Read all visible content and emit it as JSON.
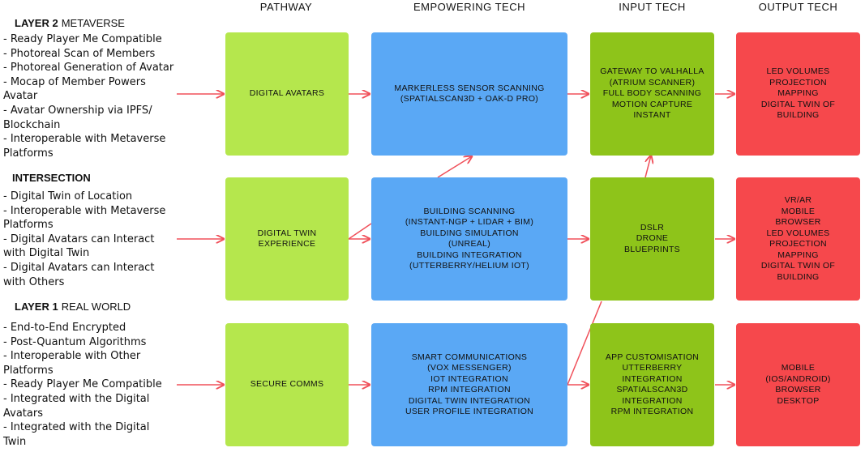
{
  "columns": {
    "pathway": "PATHWAY",
    "empowering": "EMPOWERING TECH",
    "input": "INPUT TECH",
    "output": "OUTPUT TECH"
  },
  "layer2": {
    "label": "LAYER 2",
    "sublabel": "METAVERSE",
    "items": [
      "- Ready Player Me Compatible",
      "- Photoreal Scan of Members",
      "- Photoreal Generation of Avatar",
      "- Mocap of Member Powers",
      "Avatar",
      "- Avatar Ownership via IPFS/",
      "Blockchain",
      "- Interoperable with Metaverse",
      "Platforms"
    ]
  },
  "intersection": {
    "label": "INTERSECTION",
    "items": [
      "- Digital Twin of Location",
      "- Interoperable with Metaverse",
      "Platforms",
      "- Digital Avatars can Interact",
      "with Digital Twin",
      "- Digital Avatars can Interact",
      "with Others"
    ]
  },
  "layer1": {
    "label": "LAYER 1",
    "sublabel": "REAL WORLD",
    "items": [
      "- End-to-End Encrypted",
      "- Post-Quantum Algorithms",
      "- Interoperable with Other",
      "Platforms",
      "- Ready Player Me Compatible",
      "- Integrated with the Digital",
      "Avatars",
      "- Integrated with the Digital",
      "Twin"
    ]
  },
  "rows": [
    {
      "pathway": "DIGITAL AVATARS",
      "empowering": "MARKERLESS SENSOR SCANNING\n(SPATIALSCAN3D + OAK-D PRO)",
      "input": "GATEWAY TO VALHALLA\n(ATRIUM SCANNER)\nFULL BODY SCANNING\nMOTION CAPTURE\nINSTANT",
      "output": "LED VOLUMES\nPROJECTION\nMAPPING\nDIGITAL TWIN OF\nBUILDING"
    },
    {
      "pathway": "DIGITAL TWIN\nEXPERIENCE",
      "empowering": "BUILDING SCANNING\n(INSTANT-NGP + LIDAR + BIM)\nBUILDING SIMULATION\n(UNREAL)\nBUILDING INTEGRATION\n(UTTERBERRY/HELIUM IOT)",
      "input": "DSLR\nDRONE\nBLUEPRINTS",
      "output": "VR/AR\nMOBILE\nBROWSER\nLED VOLUMES\nPROJECTION\nMAPPING\nDIGITAL TWIN OF\nBUILDING"
    },
    {
      "pathway": "SECURE COMMS",
      "empowering": "SMART COMMUNICATIONS\n(VOX MESSENGER)\nIOT INTEGRATION\nRPM INTEGRATION\nDIGITAL TWIN INTEGRATION\nUSER PROFILE INTEGRATION",
      "input": "APP CUSTOMISATION\nUTTERBERRY\nINTEGRATION\nSPATIALSCAN3D\nINTEGRATION\nRPM INTEGRATION",
      "output": "MOBILE\n(IOS/ANDROID)\nBROWSER\nDESKTOP"
    }
  ],
  "colors": {
    "pathway": "#b5e74d",
    "empowering": "#5aa8f5",
    "input": "#8ec41a",
    "output": "#f6484c",
    "arrow": "#f0505a"
  }
}
